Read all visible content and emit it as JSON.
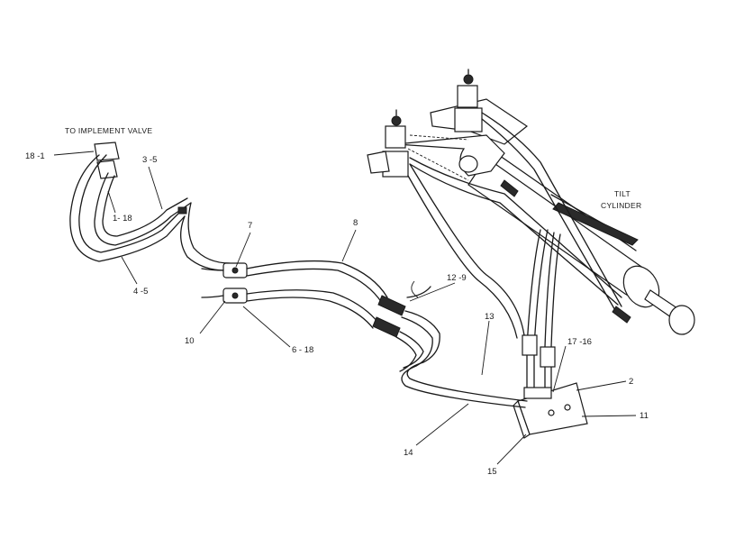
{
  "labels": {
    "implement_valve": "TO IMPLEMENT VALVE",
    "tilt_line1": "TILT",
    "tilt_line2": "CYLINDER"
  },
  "callouts": {
    "c18_1": "18 -1",
    "c3_5": "3 -5",
    "c1_18": "1- 18",
    "c4_5": "4 -5",
    "c7": "7",
    "c8": "8",
    "c10": "10",
    "c6_18": "6 - 18",
    "c12_9": "12 -9",
    "c13": "13",
    "c17_16": "17 -16",
    "c2": "2",
    "c11": "11",
    "c14": "14",
    "c15": "15"
  }
}
